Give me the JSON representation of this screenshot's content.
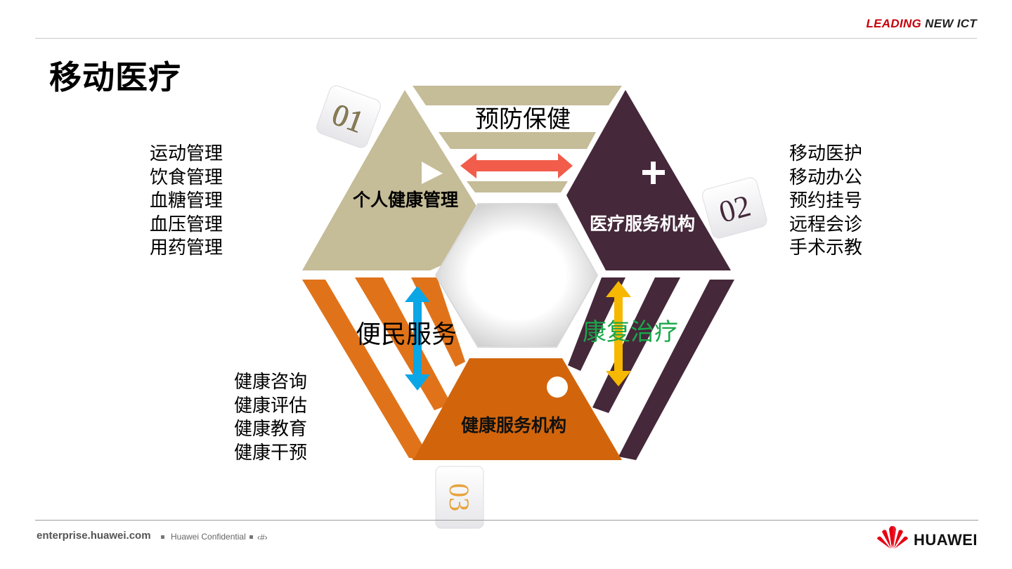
{
  "header": {
    "brand_leading": "LEADING",
    "brand_new_ict": "NEW ICT"
  },
  "title": "移动医疗",
  "hexagon": {
    "top_label": "预防保健",
    "left_label": "个人健康管理",
    "right_label": "医疗服务机构",
    "bottom_label": "健康服务机构",
    "lower_left_label": "便民服务",
    "lower_right_label": "康复治疗",
    "badges": [
      "01",
      "02",
      "03"
    ]
  },
  "lists": {
    "personal": [
      "运动管理",
      "饮食管理",
      "血糖管理",
      "血压管理",
      "用药管理"
    ],
    "medical": [
      "移动医护",
      "移动办公",
      "预约挂号",
      "远程会诊",
      "手术示教"
    ],
    "health_service": [
      "健康咨询",
      "健康评估",
      "健康教育",
      "健康干预"
    ]
  },
  "colors": {
    "beige": "#c5bc98",
    "plum": "#45283a",
    "orange": "#d8680f",
    "red_arrow": "#f25c4a",
    "blue_arrow": "#0aa6e6",
    "yellow_arrow": "#f6b800",
    "green_text": "#1aa64a",
    "badge_text": "#8a7c55",
    "badge_text_03": "#e8a23a"
  },
  "footer": {
    "url": "enterprise.huawei.com",
    "confidential": "Huawei Confidential",
    "page": "‹#›",
    "logo": "HUAWEI"
  }
}
